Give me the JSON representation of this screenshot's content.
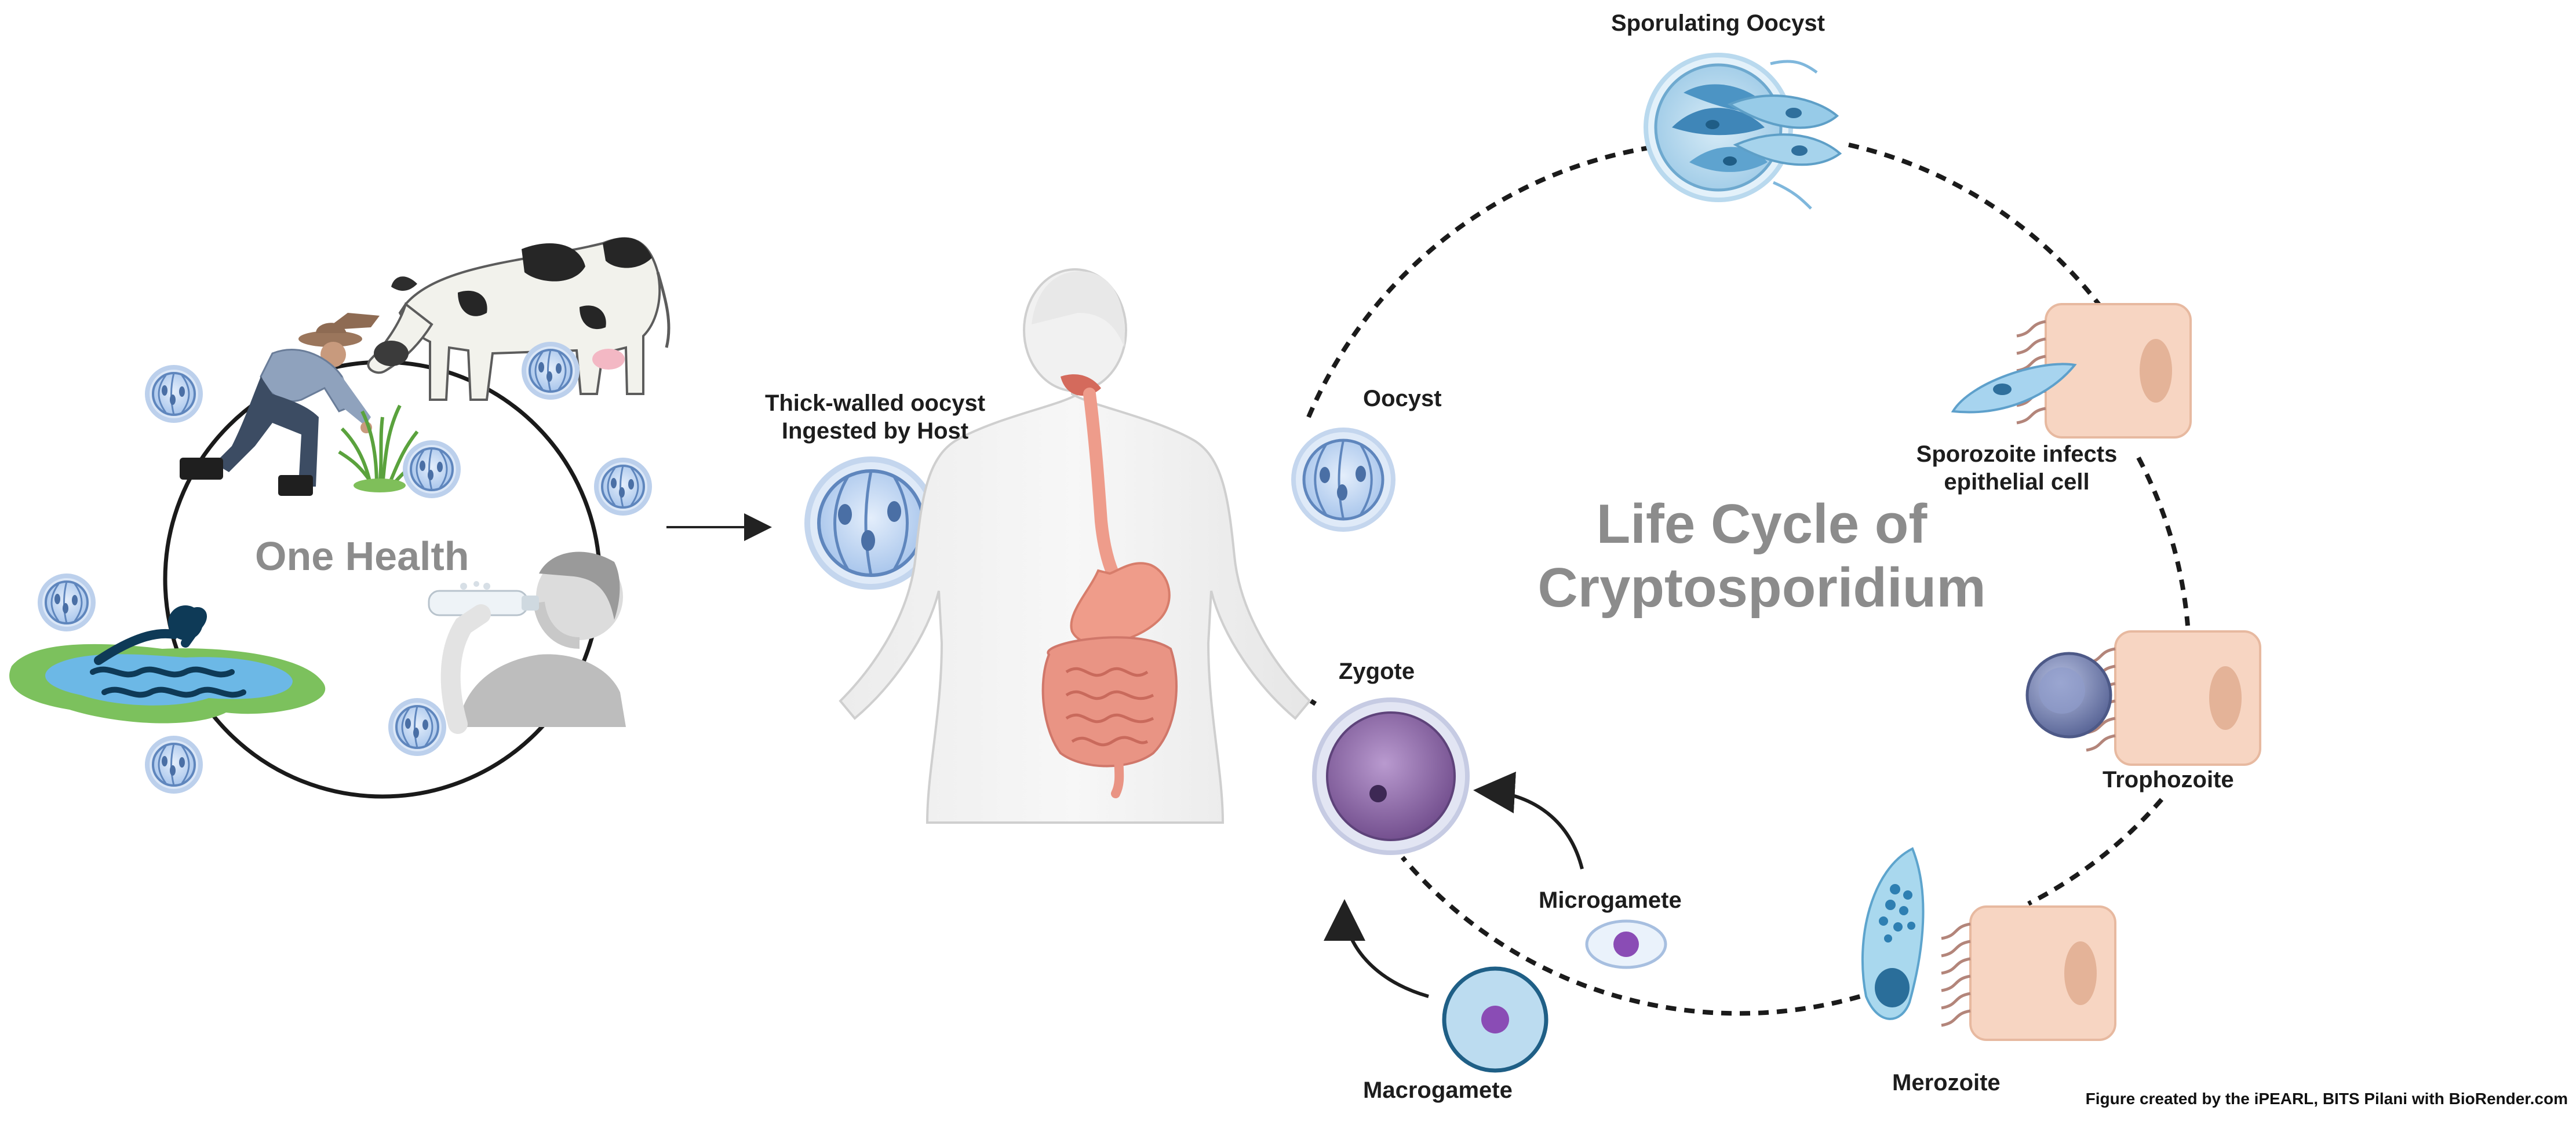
{
  "one_health": {
    "title": "One Health"
  },
  "ingestion": {
    "label_line1": "Thick-walled oocyst",
    "label_line2": "Ingested by Host"
  },
  "life_cycle": {
    "title_line1": "Life Cycle of",
    "title_line2": "Cryptosporidium",
    "stages": {
      "sporulating_oocyst": "Sporulating Oocyst",
      "sporozoite_line1": "Sporozoite infects",
      "sporozoite_line2": "epithelial cell",
      "trophozoite": "Trophozoite",
      "merozoite": "Merozoite",
      "microgamete": "Microgamete",
      "macrogamete": "Macrogamete",
      "zygote": "Zygote",
      "oocyst": "Oocyst"
    }
  },
  "credit": "Figure created by the iPEARL, BITS Pilani with BioRender.com",
  "colors": {
    "oocyst_fill": "#c9dcf3",
    "oocyst_stroke": "#6f97c9",
    "cell_fill": "#f7d5c2",
    "gut": "#ef9c8a",
    "zygote": "#8a66a8",
    "gamete": "#8a4cb5",
    "trophozoite": "#6b76a8",
    "water": "#5aaee0",
    "grass": "#6db24b"
  }
}
